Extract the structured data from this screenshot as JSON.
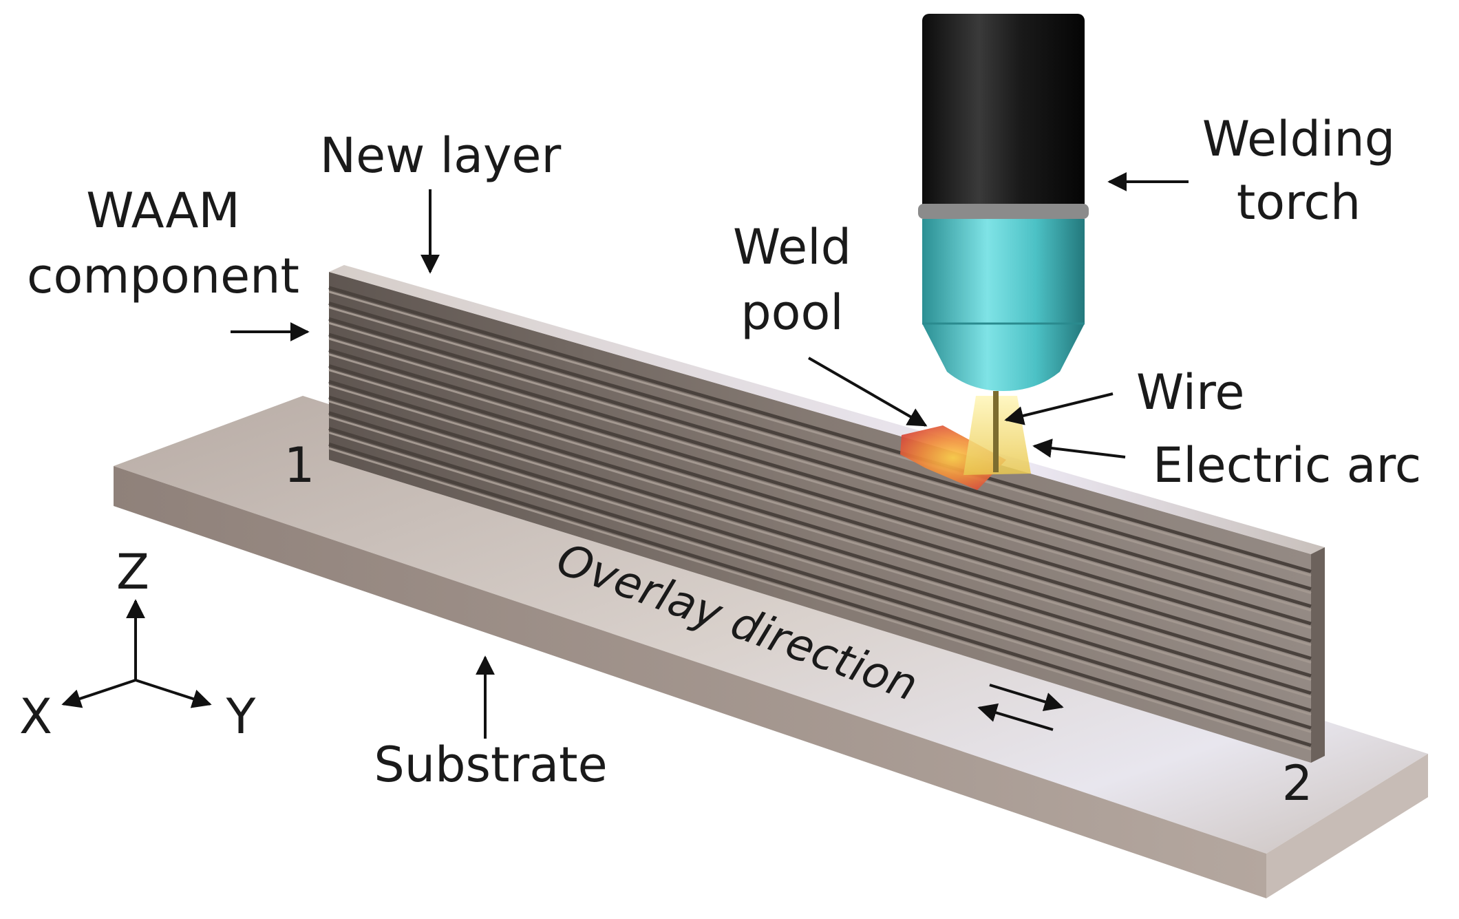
{
  "labels": {
    "new_layer": "New layer",
    "waam_line1": "WAAM",
    "waam_line2": "component",
    "welding_torch_line1": "Welding",
    "welding_torch_line2": "torch",
    "weld_pool_line1": "Weld",
    "weld_pool_line2": "pool",
    "wire": "Wire",
    "electric_arc": "Electric arc",
    "substrate": "Substrate",
    "overlay_direction": "Overlay direction",
    "end_1": "1",
    "end_2": "2",
    "axis_z": "Z",
    "axis_x": "X",
    "axis_y": "Y"
  },
  "component": {
    "layer_count": 12
  },
  "colors": {
    "substrate_top": "#cdc4bf",
    "substrate_side": "#a89a93",
    "wall": "#7f746d",
    "wall_groove": "#4a423d",
    "torch_body": "#1c1c1c",
    "torch_nozzle": "#5cc8cc",
    "weld_pool": "#e8553a",
    "arc": "#f3e88a",
    "wire": "#8a7a3a",
    "arrow": "#111111"
  }
}
